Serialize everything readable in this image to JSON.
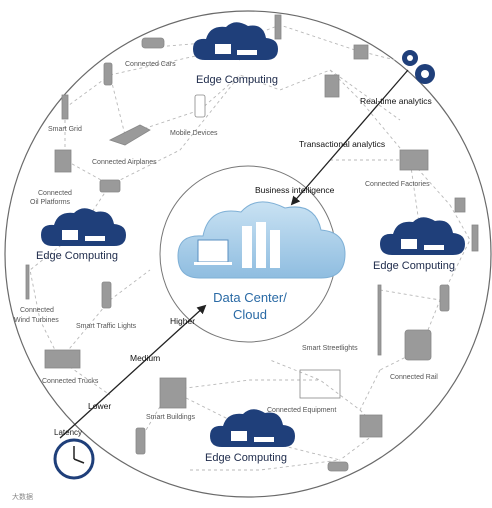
{
  "edge_nodes": [
    {
      "id": "top",
      "label": "Edge Computing"
    },
    {
      "id": "left",
      "label": "Edge Computing"
    },
    {
      "id": "right",
      "label": "Edge Computing"
    },
    {
      "id": "bottom",
      "label": "Edge Computing"
    }
  ],
  "center": {
    "line1": "Data Center/",
    "line2": "Cloud"
  },
  "devices": {
    "connected_cars": "Connected Cars",
    "smart_grid": "Smart Grid",
    "mobile_devices": "Mobile Devices",
    "connected_airplanes": "Connected Airplanes",
    "connected_oil_platforms_1": "Connected",
    "connected_oil_platforms_2": "Oil Platforms",
    "connected_factories": "Connected Factories",
    "connected_wind_turbines_1": "Connected",
    "connected_wind_turbines_2": "Wind Turbines",
    "smart_traffic_lights": "Smart Traffic Lights",
    "connected_trucks": "Connected Trucks",
    "smart_streetlights": "Smart Streetlights",
    "connected_rail": "Connected Rail",
    "smart_buildings": "Smart Buildings",
    "connected_equipment": "Connected Equipment"
  },
  "analytics": {
    "realtime": "Real-time analytics",
    "transactional": "Transactional analytics",
    "business": "Business intelligence"
  },
  "latency": {
    "title": "Latency",
    "lower": "Lower",
    "medium": "Medium",
    "higher": "Higher"
  },
  "watermark": "大数据",
  "colors": {
    "edge_cloud": "#1f3f7a",
    "center_cloud": "#a9cfe8",
    "center_text": "#2a6aa5",
    "ring": "#666666",
    "dash": "#bbbbbb"
  }
}
